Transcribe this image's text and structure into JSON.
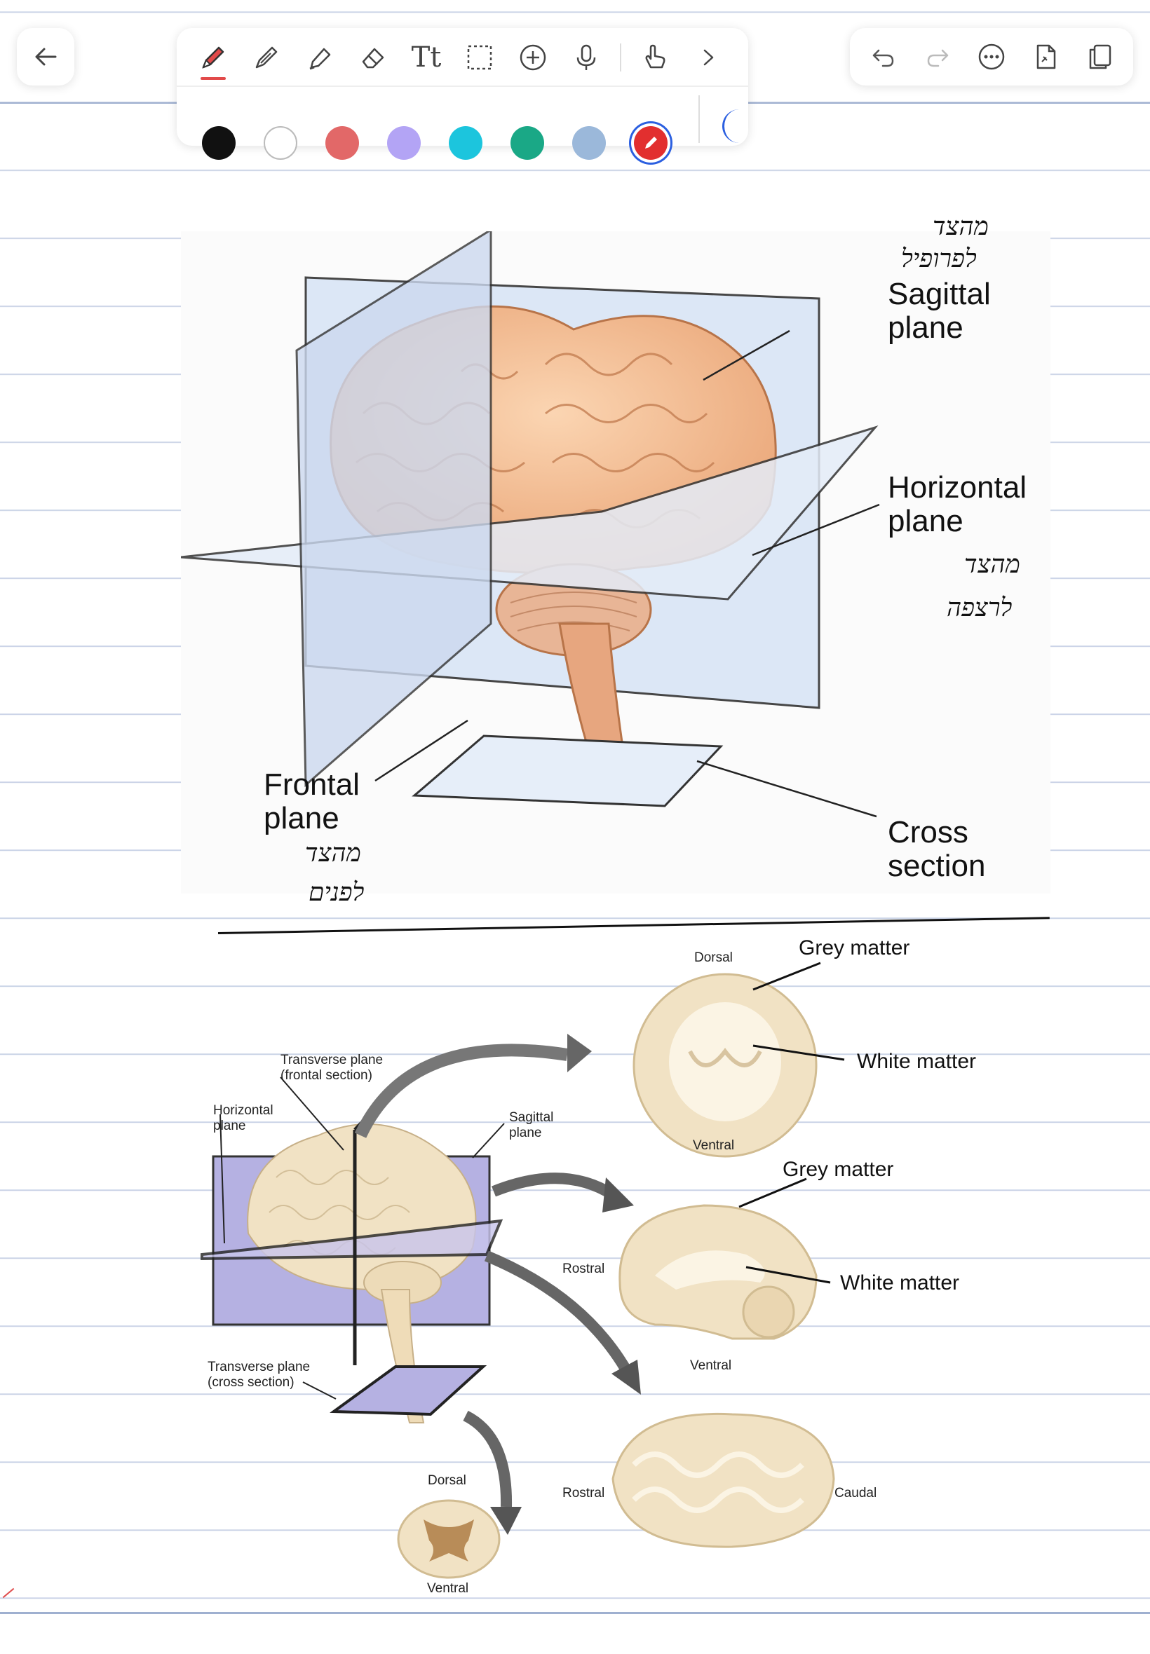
{
  "toolbar": {
    "tools": [
      {
        "name": "pen-icon",
        "active": true
      },
      {
        "name": "fountain-pen-icon",
        "active": false
      },
      {
        "name": "highlighter-icon",
        "active": false
      },
      {
        "name": "eraser-icon",
        "active": false
      },
      {
        "name": "text-tool-icon",
        "active": false
      },
      {
        "name": "lasso-select-icon",
        "active": false
      },
      {
        "name": "add-element-icon",
        "active": false
      },
      {
        "name": "microphone-icon",
        "active": false
      },
      {
        "name": "touch-draw-icon",
        "active": false
      },
      {
        "name": "chevron-right-icon",
        "active": false
      }
    ],
    "text_tool_glyph": "Tt",
    "colors": [
      "#111111",
      "#ffffff",
      "#e26868",
      "#b3a4f5",
      "#1cc5dd",
      "#1aa886",
      "#9bb8da",
      "#e22f2f"
    ],
    "active_color": "#e22f2f",
    "right_tools": [
      "undo-icon",
      "redo-icon",
      "more-icon",
      "page-add-icon",
      "copy-pages-icon"
    ]
  },
  "figure1": {
    "labels": {
      "sagittal": "Sagittal\nplane",
      "horizontal": "Horizontal\nplane",
      "frontal": "Frontal\nplane",
      "cross": "Cross\nsection"
    },
    "handwriting": {
      "sagittal_note_1": "מהצד",
      "sagittal_note_2": "לפרופיל",
      "horizontal_note_1": "מהצד",
      "horizontal_note_2": "לרצפה",
      "frontal_note_1": "מהצד",
      "frontal_note_2": "לפנים"
    }
  },
  "figure2": {
    "labels": {
      "transverse_frontal": "Transverse plane\n(frontal section)",
      "horizontal_plane": "Horizontal\nplane",
      "sagittal_plane": "Sagittal\nplane",
      "transverse_cross": "Transverse plane\n(cross section)",
      "dorsal_top": "Dorsal",
      "grey_matter_1": "Grey matter",
      "white_matter_1": "White matter",
      "ventral_1": "Ventral",
      "grey_matter_2": "Grey matter",
      "rostral_2": "Rostral",
      "white_matter_2": "White matter",
      "ventral_2": "Ventral",
      "rostral_3": "Rostral",
      "caudal_3": "Caudal",
      "dorsal_spine": "Dorsal",
      "ventral_spine": "Ventral"
    }
  }
}
